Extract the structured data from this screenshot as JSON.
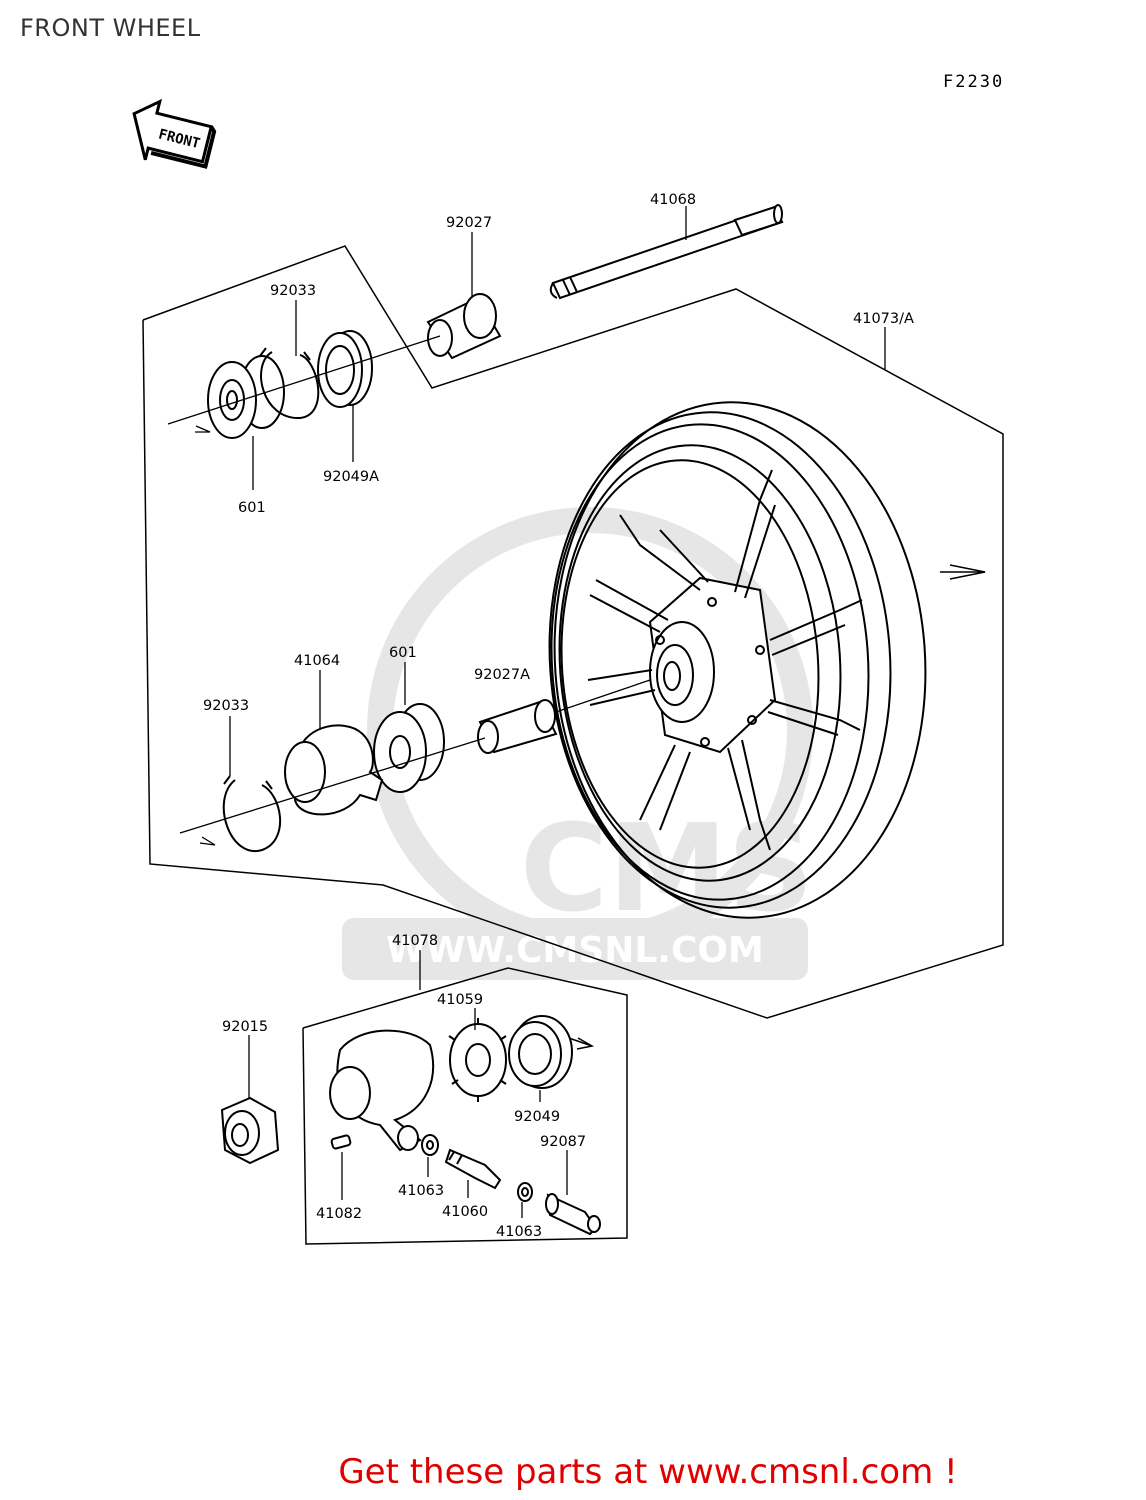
{
  "title": "FRONT WHEEL",
  "figure_code": "F2230",
  "front_marker": "FRONT",
  "watermark": {
    "logo": "CMS",
    "url": "WWW.CMSNL.COM"
  },
  "parts": {
    "p92027_top": "92027",
    "p41068": "41068",
    "p92033_top": "92033",
    "p41073A": "41073/A",
    "p92049A": "92049A",
    "p601_top": "601",
    "p41064": "41064",
    "p601_mid": "601",
    "p92033_mid": "92033",
    "p92027A": "92027A",
    "p41078": "41078",
    "p41059": "41059",
    "p92015": "92015",
    "p92049": "92049",
    "p92087": "92087",
    "p41063_a": "41063",
    "p41082": "41082",
    "p41060": "41060",
    "p41063_b": "41063"
  },
  "footer": "Get these parts at www.cmsnl.com !",
  "colors": {
    "line": "#000000",
    "footer": "#e00000",
    "watermark": "#e6e6e6"
  }
}
